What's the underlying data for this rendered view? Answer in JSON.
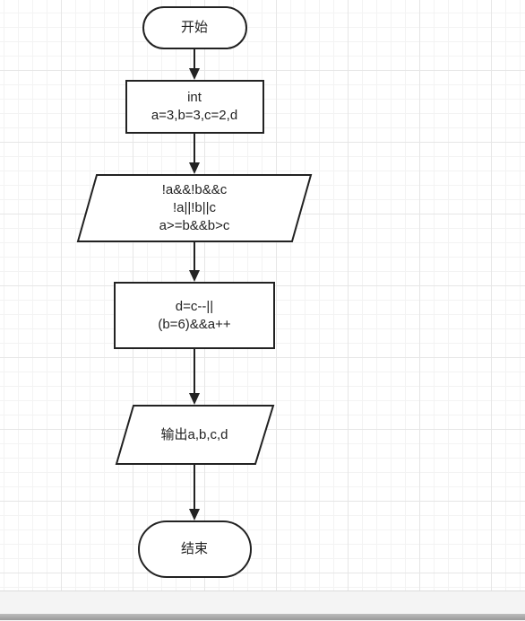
{
  "colors": {
    "stroke": "#222222",
    "fill": "#ffffff",
    "grid_major": "#e6e6e6",
    "grid_minor": "#f3f3f3"
  },
  "nodes": {
    "start": {
      "label": "开始"
    },
    "declare": {
      "line1": "int",
      "line2": "a=3,b=3,c=2,d"
    },
    "expr_io": {
      "line1": "!a&&!b&&c",
      "line2": "!a||!b||c",
      "line3": "a>=b&&b>c"
    },
    "assign": {
      "line1": "d=c--||",
      "line2": "(b=6)&&a++"
    },
    "output": {
      "label": "输出a,b,c,d"
    },
    "end": {
      "label": "结束"
    }
  }
}
